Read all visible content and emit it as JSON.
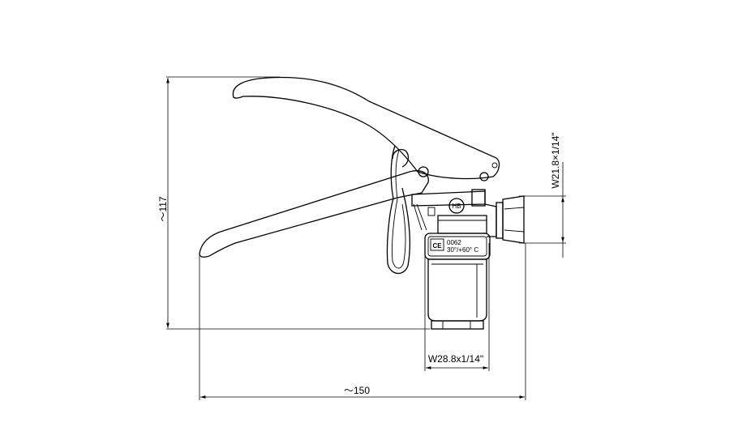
{
  "dimensions": {
    "height": "～117",
    "width": "～150",
    "inlet_thread": "W28.8x1/14\"",
    "outlet_thread": "W21.8×1/14\""
  },
  "body_marking": {
    "ce_mark": "CE",
    "code": "0062",
    "temperature": "30°/+60° C"
  },
  "logo_text": "HB"
}
